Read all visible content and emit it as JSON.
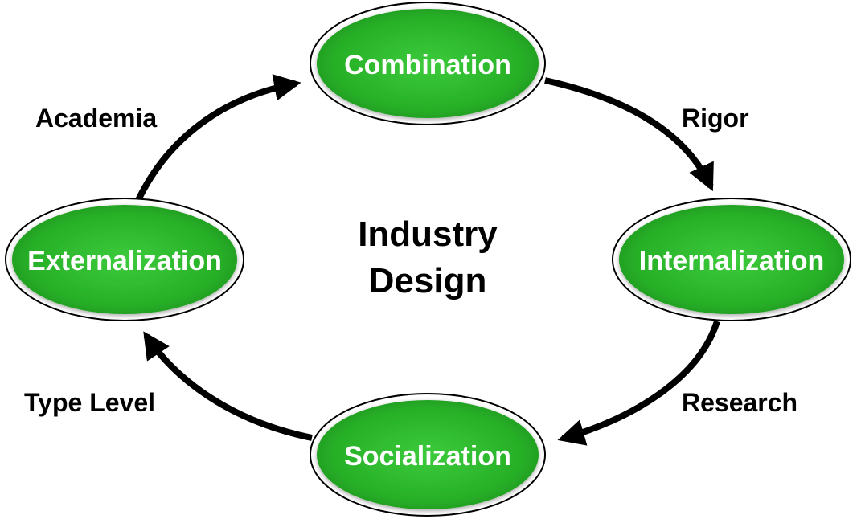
{
  "center": {
    "line1": "Industry",
    "line2": "Design"
  },
  "nodes": {
    "combination": "Combination",
    "internalization": "Internalization",
    "socialization": "Socialization",
    "externalization": "Externalization"
  },
  "edges": {
    "rigor": "Rigor",
    "research": "Research",
    "type_level": "Type Level",
    "academia": "Academia"
  },
  "colors": {
    "node_fill_light": "#4fd14f",
    "node_fill_dark": "#1f9a1f",
    "node_outline": "#000000",
    "arrow": "#000000",
    "text_on_node": "#ffffff"
  }
}
